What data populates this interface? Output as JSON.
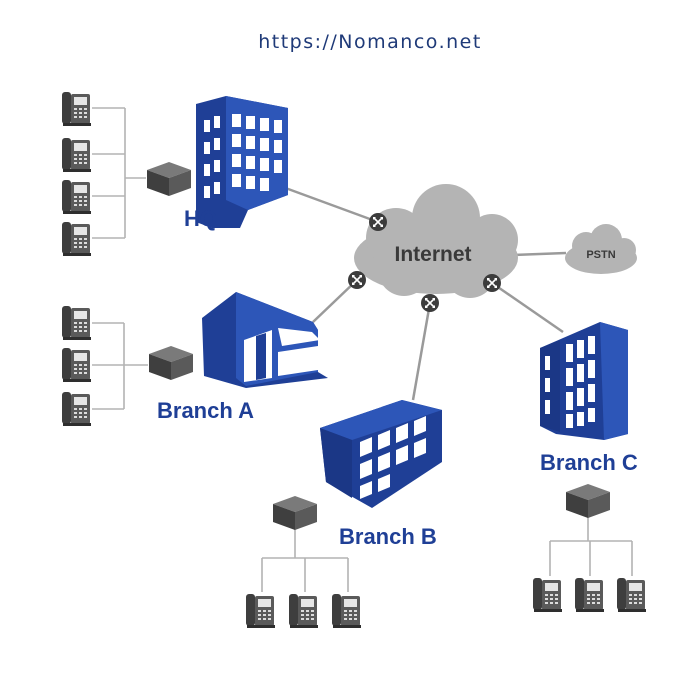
{
  "url": "https://Nomanco.net",
  "internet_label": "Internet",
  "pstn_label": "PSTN",
  "sites": {
    "hq": "HQ",
    "branch_a": "Branch A",
    "branch_b": "Branch B",
    "branch_c": "Branch C"
  },
  "colors": {
    "building": "#1f3f96",
    "cloud": "#b4b4b4",
    "phone": "#4a4a4a",
    "switch": "#505050",
    "link": "#9a9a9a"
  },
  "icons": {
    "building": "office-building-icon",
    "switch": "network-switch-box-icon",
    "phone": "desk-phone-icon",
    "router": "router-icon",
    "cloud": "cloud-icon"
  }
}
